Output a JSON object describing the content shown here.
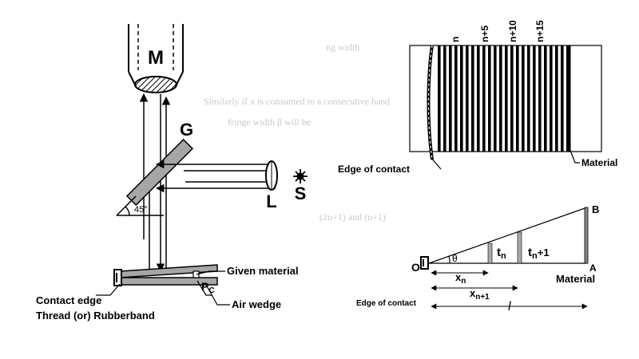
{
  "setup": {
    "microscope": "M",
    "glass_plate": "G",
    "angle": "45°",
    "lens": "L",
    "source": "S",
    "given_material": "Given material",
    "plate_contact": "P",
    "plate_contact_sub": "C",
    "air_wedge": "Air wedge",
    "contact_edge": "Contact edge",
    "thread": "Thread (or) Rubberband"
  },
  "fringes": {
    "n_label": "n",
    "n5_label": "n+5",
    "n10_label": "n+10",
    "n15_label": "n+15",
    "edge_of_contact": "Edge of contact",
    "material": "Material"
  },
  "wedge": {
    "origin": "O",
    "theta": "θ",
    "top_point": "B",
    "right_point": "A",
    "t_n": "t",
    "t_n_sub": "n",
    "t_n1": "t",
    "t_n1_sub": "n",
    "t_n1_plus": "+1",
    "x_n": "x",
    "x_n_sub": "n",
    "x_n1": "x",
    "x_n1_sub": "n+1",
    "length": "l",
    "material": "Material",
    "edge_of_contact": "Edge of contact"
  },
  "background_text": {
    "line1": "Similarly if x is consumed to a consecutive band",
    "line2": "fringe width β will be",
    "line3": "(2n+1)  and  (n+1)",
    "line4": "ng width"
  }
}
